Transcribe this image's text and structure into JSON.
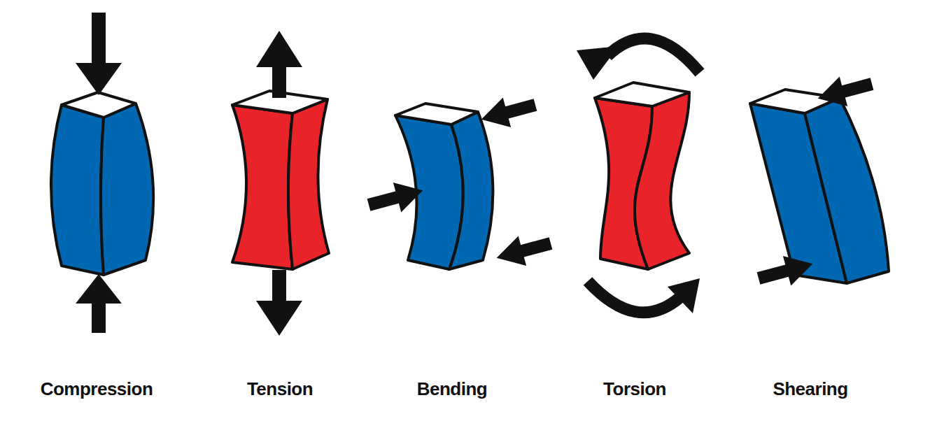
{
  "diagram": {
    "labels": [
      "Compression",
      "Tension",
      "Bending",
      "Torsion",
      "Shearing"
    ]
  }
}
